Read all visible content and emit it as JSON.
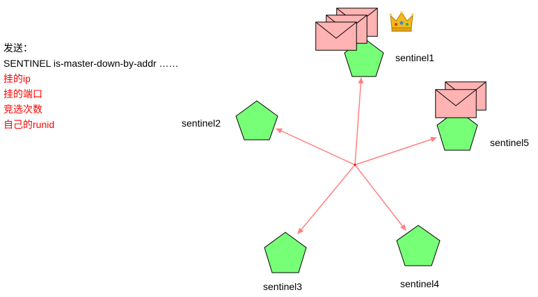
{
  "note": {
    "heading": "发送：",
    "command": "SENTINEL is-master-down-by-addr ……",
    "params": [
      "挂的ip",
      "挂的端口",
      "竞选次数",
      "自己的runid"
    ]
  },
  "nodes": {
    "sentinel1": "sentinel1",
    "sentinel2": "sentinel2",
    "sentinel3": "sentinel3",
    "sentinel4": "sentinel4",
    "sentinel5": "sentinel5"
  },
  "icons": {
    "leader": "crown-icon",
    "message": "envelope-icon",
    "node": "pentagon-icon"
  },
  "colors": {
    "node_fill": "#77ff77",
    "node_stroke": "#000000",
    "arrow": "#ff8080",
    "envelope_fill": "#ffb3b3",
    "param_text": "#ff0000"
  }
}
